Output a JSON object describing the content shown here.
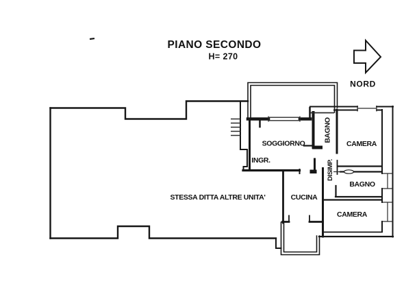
{
  "page": {
    "background": "#ffffff",
    "line_color": "#161616"
  },
  "header": {
    "title": "PIANO SECONDO",
    "height_label": "H= 270"
  },
  "compass": {
    "label": "NORD",
    "direction": "right"
  },
  "plan": {
    "rooms": {
      "soggiorno": "SOGGIORNO",
      "ingresso": "INGR.",
      "bagno_top": "BAGNO",
      "camera_top": "CAMERA",
      "disimpegno": "DISIMP.",
      "bagno_mid": "BAGNO",
      "camera_bottom": "CAMERA",
      "cucina": "CUCINA",
      "other_units": "STESSA DITTA ALTRE UNITA'"
    }
  }
}
